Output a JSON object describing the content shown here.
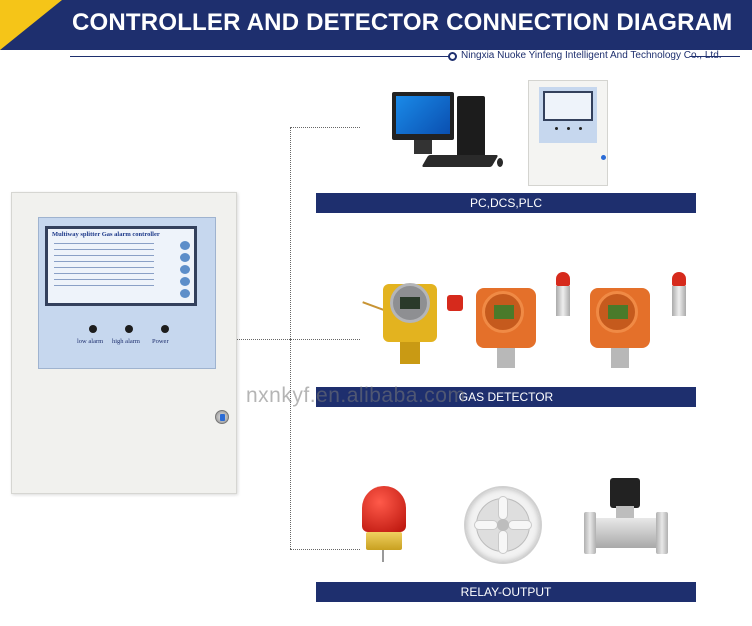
{
  "header": {
    "title": "CONTROLLER AND DETECTOR CONNECTION DIAGRAM",
    "company": "Ningxia Nuoke Yinfeng Intelligent And Technology Co., Ltd."
  },
  "controller": {
    "screen_title": "Multiway splitter Gas alarm controller",
    "buttons": [
      "low alarm",
      "high alarm",
      "Power"
    ]
  },
  "sections": {
    "pc": "PC,DCS,PLC",
    "gas": "GAS DETECTOR",
    "relay": "RELAY-OUTPUT"
  },
  "watermark": "nxnkyf.en.alibaba.com",
  "colors": {
    "navy": "#1e2f6e",
    "yellow": "#f5c518",
    "orange": "#e4702a",
    "red": "#d62a1c"
  }
}
